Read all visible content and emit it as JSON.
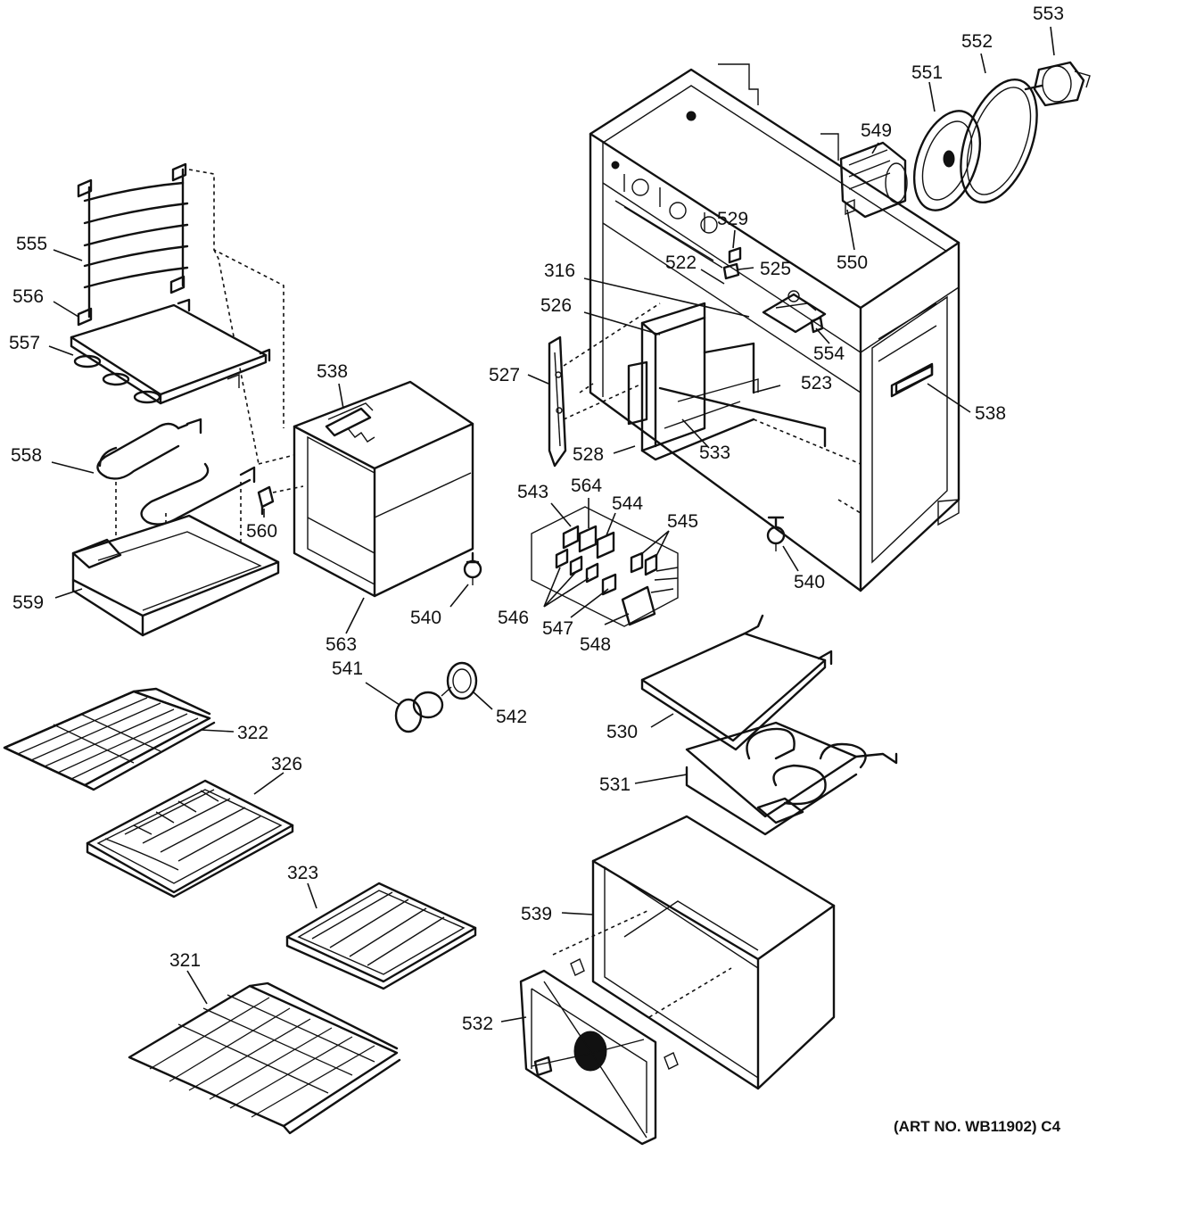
{
  "art_number": "(ART NO. WB11902) C4",
  "callouts": [
    {
      "id": "553",
      "text": "553"
    },
    {
      "id": "552",
      "text": "552"
    },
    {
      "id": "551",
      "text": "551"
    },
    {
      "id": "549",
      "text": "549"
    },
    {
      "id": "529",
      "text": "529"
    },
    {
      "id": "550",
      "text": "550"
    },
    {
      "id": "522",
      "text": "522"
    },
    {
      "id": "525",
      "text": "525"
    },
    {
      "id": "316",
      "text": "316"
    },
    {
      "id": "526",
      "text": "526"
    },
    {
      "id": "554",
      "text": "554"
    },
    {
      "id": "527",
      "text": "527"
    },
    {
      "id": "523",
      "text": "523"
    },
    {
      "id": "538b",
      "text": "538"
    },
    {
      "id": "528",
      "text": "528"
    },
    {
      "id": "533",
      "text": "533"
    },
    {
      "id": "543",
      "text": "543"
    },
    {
      "id": "564",
      "text": "564"
    },
    {
      "id": "544",
      "text": "544"
    },
    {
      "id": "545",
      "text": "545"
    },
    {
      "id": "540b",
      "text": "540"
    },
    {
      "id": "546",
      "text": "546"
    },
    {
      "id": "547",
      "text": "547"
    },
    {
      "id": "548",
      "text": "548"
    },
    {
      "id": "555",
      "text": "555"
    },
    {
      "id": "556",
      "text": "556"
    },
    {
      "id": "557",
      "text": "557"
    },
    {
      "id": "538a",
      "text": "538"
    },
    {
      "id": "558",
      "text": "558"
    },
    {
      "id": "560",
      "text": "560"
    },
    {
      "id": "559",
      "text": "559"
    },
    {
      "id": "563",
      "text": "563"
    },
    {
      "id": "540a",
      "text": "540"
    },
    {
      "id": "541",
      "text": "541"
    },
    {
      "id": "542",
      "text": "542"
    },
    {
      "id": "322",
      "text": "322"
    },
    {
      "id": "326",
      "text": "326"
    },
    {
      "id": "530",
      "text": "530"
    },
    {
      "id": "531",
      "text": "531"
    },
    {
      "id": "323",
      "text": "323"
    },
    {
      "id": "539",
      "text": "539"
    },
    {
      "id": "321",
      "text": "321"
    },
    {
      "id": "532",
      "text": "532"
    }
  ]
}
